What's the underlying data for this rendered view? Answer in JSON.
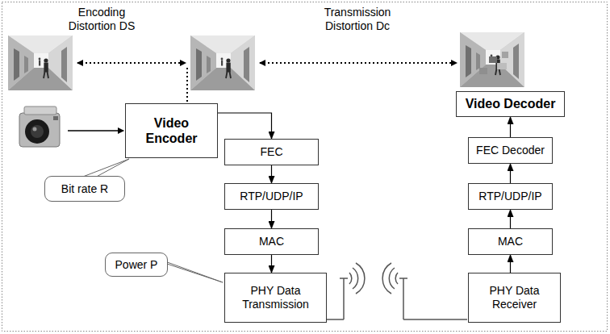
{
  "diagram": {
    "nodes": [
      {
        "text": [
          "Video Encoder"
        ]
      },
      {
        "text": [
          "FEC"
        ]
      },
      {
        "text": [
          "RTP/UDP/IP"
        ]
      },
      {
        "text": [
          "MAC"
        ]
      },
      {
        "text": [
          "PHY Data Transmission"
        ]
      },
      {
        "text": [
          "Video Decoder"
        ]
      },
      {
        "text": [
          "FEC Decoder"
        ]
      },
      {
        "text": [
          "RTP/UDP/IP"
        ]
      },
      {
        "text": [
          "MAC"
        ]
      },
      {
        "text": [
          "PHY Data Receiver"
        ]
      },
      {
        "text": [
          "Bit rate R"
        ]
      },
      {
        "text": [
          "Power P"
        ]
      }
    ],
    "edges": [
      {
        "from": 0,
        "to": 1,
        "arrow": "to"
      },
      {
        "from": 1,
        "to": 2,
        "arrow": "to"
      },
      {
        "from": 2,
        "to": 3,
        "arrow": "to"
      },
      {
        "from": 3,
        "to": 4,
        "arrow": "to"
      },
      {
        "from": 9,
        "to": 8,
        "arrow": "to"
      },
      {
        "from": 8,
        "to": 7,
        "arrow": "to"
      },
      {
        "from": 7,
        "to": 6,
        "arrow": "to"
      },
      {
        "from": 6,
        "to": 5,
        "arrow": "to"
      }
    ],
    "labels": [
      "Encoding Distortion DS",
      "Transmission Distortion Dc"
    ]
  }
}
